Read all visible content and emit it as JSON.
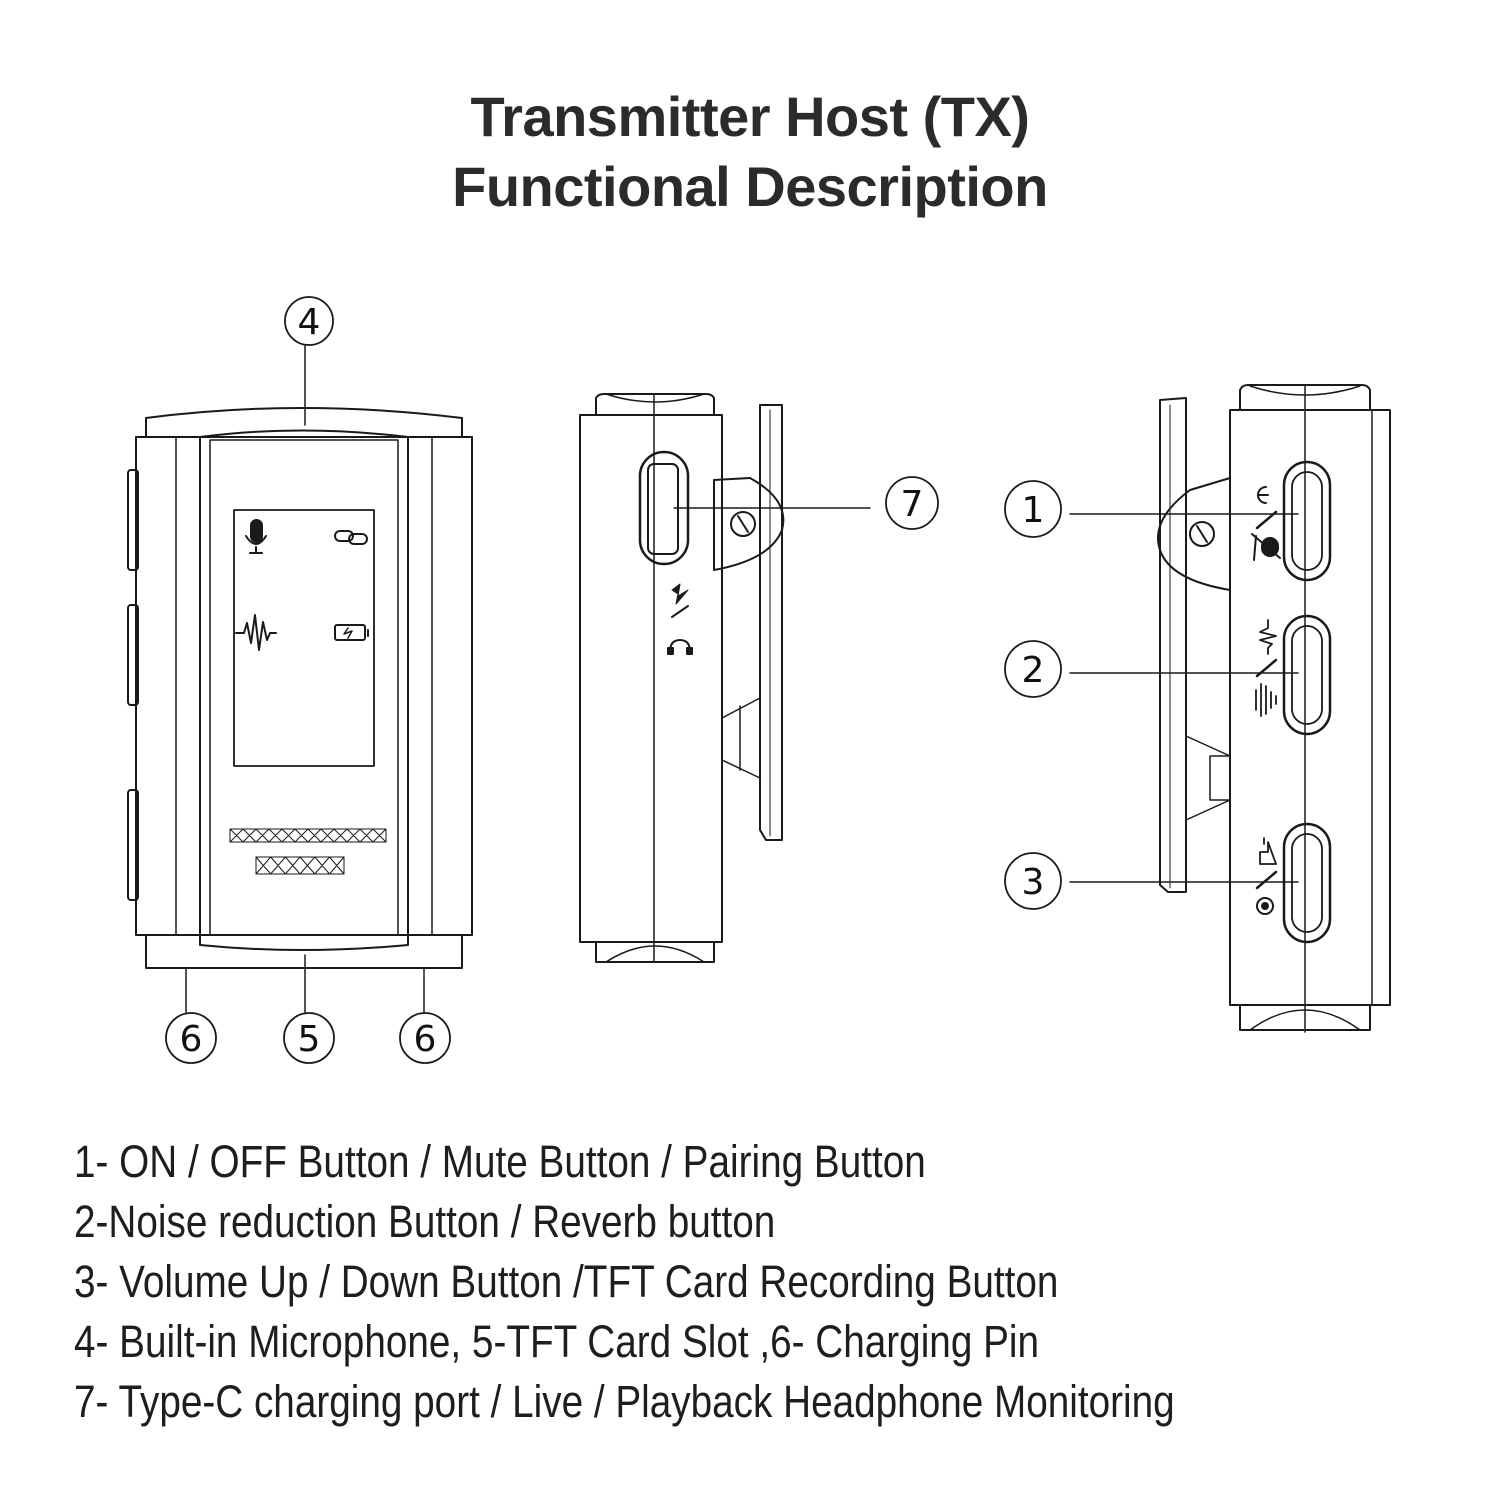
{
  "title": {
    "line1": "Transmitter Host (TX)",
    "line2": "Functional Description"
  },
  "callouts": [
    "1",
    "2",
    "3",
    "4",
    "5",
    "6",
    "6",
    "7"
  ],
  "descriptions": [
    "1- ON / OFF Button / Mute Button / Pairing Button",
    "2-Noise reduction Button / Reverb button",
    "3- Volume Up / Down Button /TFT Card Recording Button",
    "4- Built-in Microphone, 5-TFT Card Slot ,6- Charging Pin",
    "7- Type-C charging port / Live / Playback Headphone Monitoring"
  ],
  "colors": {
    "line": "#1a1a1a",
    "text": "#222222",
    "background": "#ffffff"
  },
  "icons": [
    "microphone-icon",
    "link-icon",
    "waveform-icon",
    "battery-charge-icon",
    "headphone-icon",
    "lightning-icon",
    "power-icon",
    "mute-mic-icon",
    "noise-reduction-icon",
    "reverb-icon",
    "volume-icon",
    "record-icon"
  ]
}
